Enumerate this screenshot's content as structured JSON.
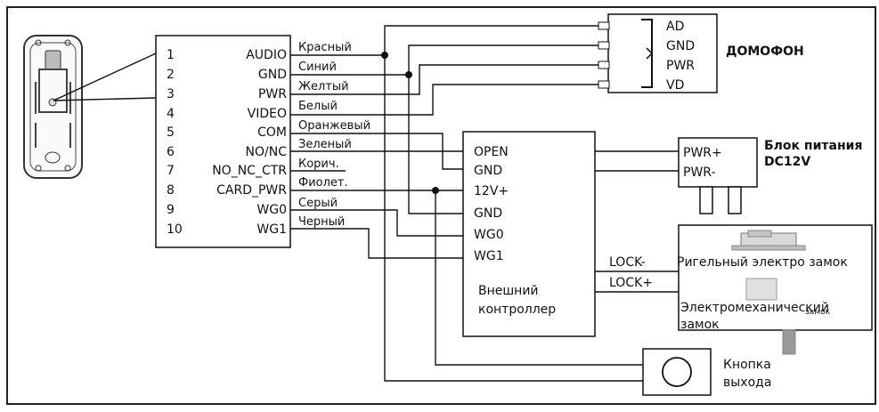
{
  "panel": {
    "pins": [
      {
        "num": "1",
        "name": "AUDIO"
      },
      {
        "num": "2",
        "name": "GND"
      },
      {
        "num": "3",
        "name": "PWR"
      },
      {
        "num": "4",
        "name": "VIDEO"
      },
      {
        "num": "5",
        "name": "COM"
      },
      {
        "num": "6",
        "name": "NO/NC"
      },
      {
        "num": "7",
        "name": "NO_NC_CTR"
      },
      {
        "num": "8",
        "name": "CARD_PWR"
      },
      {
        "num": "9",
        "name": "WG0"
      },
      {
        "num": "10",
        "name": "WG1"
      }
    ],
    "wire_colors": [
      "Красный",
      "Синий",
      "Желтый",
      "Белый",
      "Оранжевый",
      "Зеленый",
      "Корич.",
      "Фиолет.",
      "Серый",
      "Черный"
    ]
  },
  "intercom": {
    "pins": [
      "AD",
      "GND",
      "PWR",
      "VD"
    ],
    "label": "ДОМОФОН"
  },
  "controller": {
    "pins": [
      "OPEN",
      "GND",
      "12V+",
      "GND",
      "WG0",
      "WG1"
    ],
    "label_line1": "Внешний",
    "label_line2": "контроллер",
    "lock_minus": "LOCK-",
    "lock_plus": "LOCK+"
  },
  "power": {
    "pins": [
      "PWR+",
      "PWR-"
    ],
    "label_line1": "Блок питания",
    "label_line2": "DC12V"
  },
  "locks": {
    "rim_lock": "Ригельный электро замок",
    "mech_lock_line1": "Электромеханический",
    "mech_lock_line2": "замок",
    "overlap_text": "замок"
  },
  "exit_button": {
    "label_line1": "Кнопка",
    "label_line2": "выхода"
  }
}
